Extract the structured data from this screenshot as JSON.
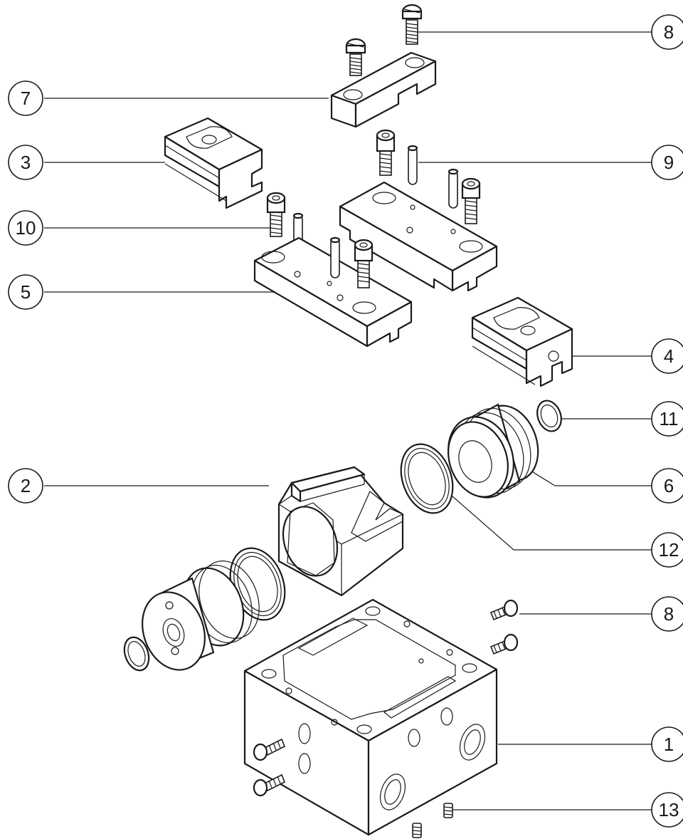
{
  "diagram": {
    "callouts": [
      {
        "id": "c8a",
        "label": "8"
      },
      {
        "id": "c7",
        "label": "7"
      },
      {
        "id": "c3",
        "label": "3"
      },
      {
        "id": "c9",
        "label": "9"
      },
      {
        "id": "c10",
        "label": "10"
      },
      {
        "id": "c5",
        "label": "5"
      },
      {
        "id": "c4",
        "label": "4"
      },
      {
        "id": "c11",
        "label": "11"
      },
      {
        "id": "c2",
        "label": "2"
      },
      {
        "id": "c6",
        "label": "6"
      },
      {
        "id": "c12",
        "label": "12"
      },
      {
        "id": "c8b",
        "label": "8"
      },
      {
        "id": "c1",
        "label": "1"
      },
      {
        "id": "c13",
        "label": "13"
      }
    ]
  }
}
